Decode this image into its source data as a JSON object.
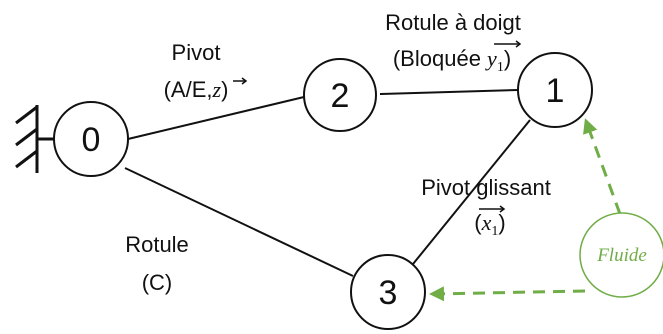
{
  "nodes": {
    "n0": "0",
    "n1": "1",
    "n2": "2",
    "n3": "3"
  },
  "links": {
    "pivot": {
      "line1": "Pivot",
      "line2_prefix": "(A/E,",
      "line2_vec": "z",
      "line2_suffix": ")"
    },
    "rotule_doigt": {
      "line1": "Rotule à doigt",
      "line2_prefix": "(Bloquée ",
      "line2_vec": "y",
      "line2_sub": "1",
      "line2_suffix": ")"
    },
    "pivot_glissant": {
      "line1": "Pivot glissant",
      "line2_prefix": "(",
      "line2_vec": "x",
      "line2_sub": "1",
      "line2_suffix": ")"
    },
    "rotule": {
      "line1": "Rotule",
      "line2": "(C)"
    }
  },
  "fluid": {
    "label": "Fluide",
    "color": "#70ad47"
  },
  "icons": {
    "ground": "ground-hatch-icon"
  }
}
